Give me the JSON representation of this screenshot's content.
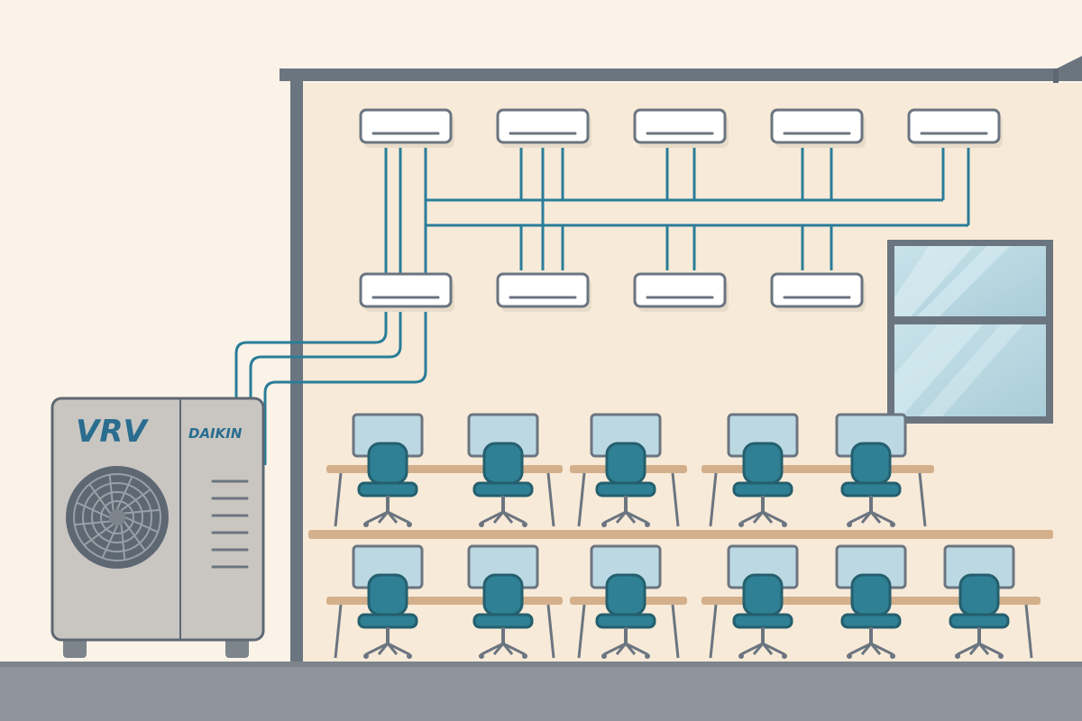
{
  "outdoor_unit": {
    "model_label": "VRV",
    "brand_label": "DAIKIN"
  },
  "indoor_units": {
    "top_row_count": 5,
    "bottom_row_count": 4
  },
  "workstations": {
    "back_row_count": 5,
    "front_row_count": 6
  },
  "colors": {
    "background": "#fbf3e8",
    "wall": "#f8ead8",
    "structure": "#6b7580",
    "refrigerant_pipe": "#2a7d99",
    "chair": "#2f8094",
    "desk": "#d3b08b",
    "monitor_screen": "#bcd9e3",
    "window_glass": "#b8d6e0",
    "outdoor_unit_body": "#c9c6c2",
    "brand_text": "#2a6d8f",
    "ground": "#8f959c"
  }
}
